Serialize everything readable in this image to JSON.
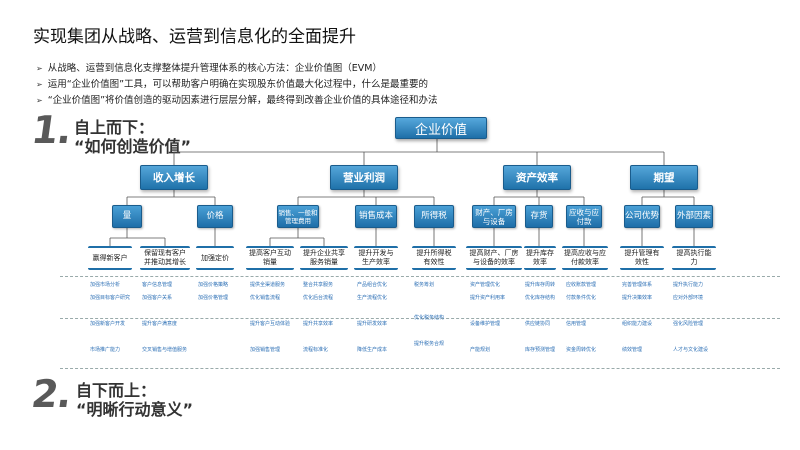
{
  "title": "实现集团从战略、运营到信息化的全面提升",
  "bullets": [
    "从战略、运营到信息化支撑整体提升管理体系的核心方法：企业价值图（EVM）",
    "运用“企业价值图”工具，可以帮助客户明确在实现股东价值最大化过程中，什么是最重要的",
    "“企业价值图”将价值创造的驱动因素进行层层分解，最终得到改善企业价值的具体途径和办法"
  ],
  "steps": {
    "one": {
      "num": "1.",
      "line1": "自上而下：",
      "line2": "“如何创造价值”"
    },
    "two": {
      "num": "2.",
      "line1": "自下而上：",
      "line2": "“明晰行动意义”"
    }
  },
  "root": "企业价值",
  "level2": [
    "收入增长",
    "营业利润",
    "资产效率",
    "期望"
  ],
  "level3": [
    "量",
    "价格",
    "销售、一般和管理费用",
    "销售成本",
    "所得税",
    "财产、厂房与设备",
    "存货",
    "应收与应付款",
    "公司优势",
    "外部因素"
  ],
  "level4": [
    "赢得新客户",
    "保留现有客户并推动其增长",
    "加强定价",
    "提高客户互动销量",
    "提升企业共享服务销量",
    "提升开发与生产效率",
    "提升所得税有效性",
    "提高财产、厂房与设备的效率",
    "提升库存效率",
    "提高应收与应付款效率",
    "提升管理有效性",
    "提高执行能力"
  ],
  "details": [
    [
      "加强市场分析",
      "加强目标客户研究",
      "加强新客户开发",
      "市场推广能力"
    ],
    [
      "客户信息管理",
      "加强客户关系",
      "提升客户满意度",
      "交叉销售与增值服务"
    ],
    [
      "加强价格策略",
      "加强价格管理"
    ],
    [
      "提供全渠道服务",
      "优化销售流程",
      "提升客户互动体验",
      "加强销售管理"
    ],
    [
      "整合共享服务",
      "优化后台流程",
      "提升共享效率",
      "流程标准化"
    ],
    [
      "产品组合优化",
      "生产流程优化",
      "提升研发效率",
      "降低生产成本"
    ],
    [
      "税务筹划",
      "优化税务结构",
      "提升税务合规"
    ],
    [
      "资产管理优化",
      "提升资产利用率",
      "设备维护管理",
      "产能规划"
    ],
    [
      "提升库存周转",
      "优化库存结构",
      "供应链协同",
      "库存预测管理"
    ],
    [
      "应收账款管理",
      "付款条件优化",
      "信用管理",
      "资金周转优化"
    ],
    [
      "完善管理体系",
      "提升决策效率",
      "组织能力建设",
      "绩效管理"
    ],
    [
      "提升执行能力",
      "应对外部环境",
      "强化风险管理",
      "人才与文化建设"
    ]
  ]
}
